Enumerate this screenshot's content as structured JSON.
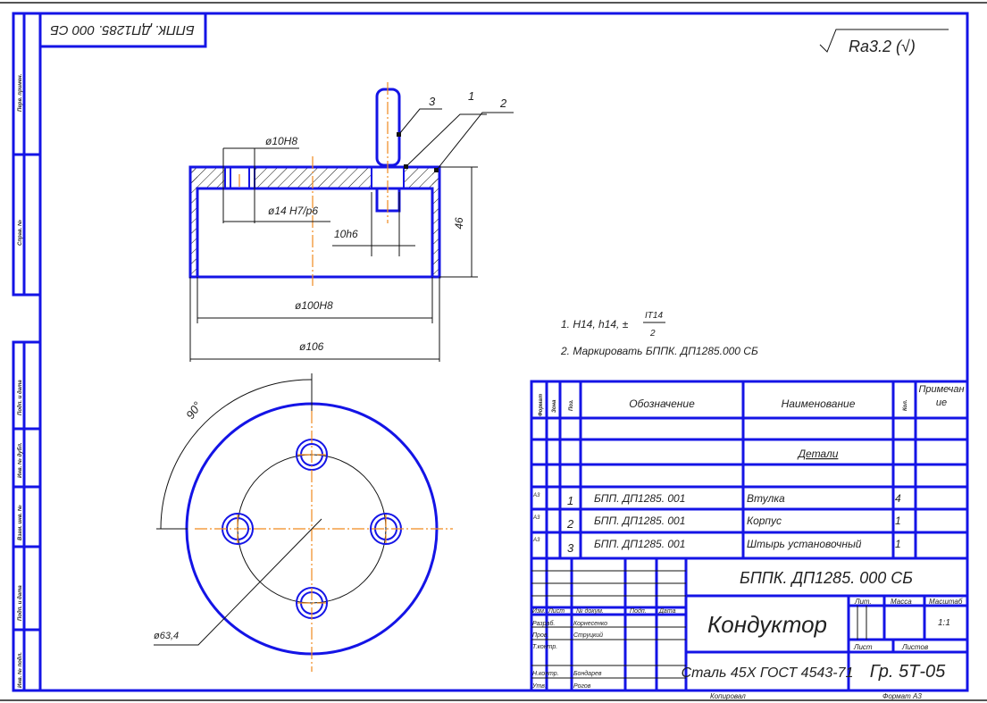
{
  "stamp_rotated": "БППК. ДП1285. 000 СБ",
  "roughness": "Ra3.2 (√)",
  "left_strip": [
    "Перв. примен.",
    "Справ. №",
    "Подп. и дата",
    "Инв. № дубл.",
    "Взам. инв. №",
    "Подп. и дата",
    "Инв. № подл."
  ],
  "dimensions": {
    "d10": "ø10H8",
    "d14": "ø14 H7/p6",
    "h10": "10h6",
    "height": "46",
    "d100": "ø100H8",
    "d106": "ø106",
    "angle": "90°",
    "d63": "ø63,4"
  },
  "callouts": [
    "3",
    "1",
    "2"
  ],
  "notes": {
    "n1_prefix": "1.  H14, h14, ±",
    "n1_num": "IT14",
    "n1_den": "2",
    "n2": "2.  Маркировать БППК. ДП1285.000 СБ"
  },
  "spec": {
    "headers": [
      "Формат",
      "Зона",
      "Поз.",
      "Обозначение",
      "Наименование",
      "Кол.",
      "Примечание"
    ],
    "section": "Детали",
    "rows": [
      {
        "format": "A3",
        "pos": "1",
        "designation": "БПП. ДП1285. 001",
        "name": "Втулка",
        "qty": "4"
      },
      {
        "format": "A3",
        "pos": "2",
        "designation": "БПП. ДП1285. 001",
        "name": "Корпус",
        "qty": "1"
      },
      {
        "format": "A3",
        "pos": "3",
        "designation": "БПП. ДП1285. 001",
        "name": "Штырь установочный",
        "qty": "1"
      }
    ]
  },
  "title_block": {
    "designation": "БППК. ДП1285. 000 СБ",
    "name": "Кондуктор",
    "material": "Сталь 45Х ГОСТ 4543-71",
    "group": "Гр. 5Т-05",
    "lit_label": "Лит.",
    "mass_label": "Масса",
    "scale_label": "Масштаб",
    "scale": "1:1",
    "sheet_label": "Лист",
    "sheets_label": "Листов",
    "cols": [
      "Изм.",
      "Лист",
      "№ докум.",
      "Подп.",
      "Дата"
    ],
    "roles": [
      "Разраб.",
      "Пров.",
      "Т.контр.",
      "",
      "Н.контр.",
      "Утв."
    ],
    "names": [
      "Корнесенко",
      "Струцкий",
      "",
      "",
      "Бондарев",
      "Рогов"
    ]
  },
  "footer": {
    "copied": "Копировал",
    "format": "Формат  A3"
  }
}
